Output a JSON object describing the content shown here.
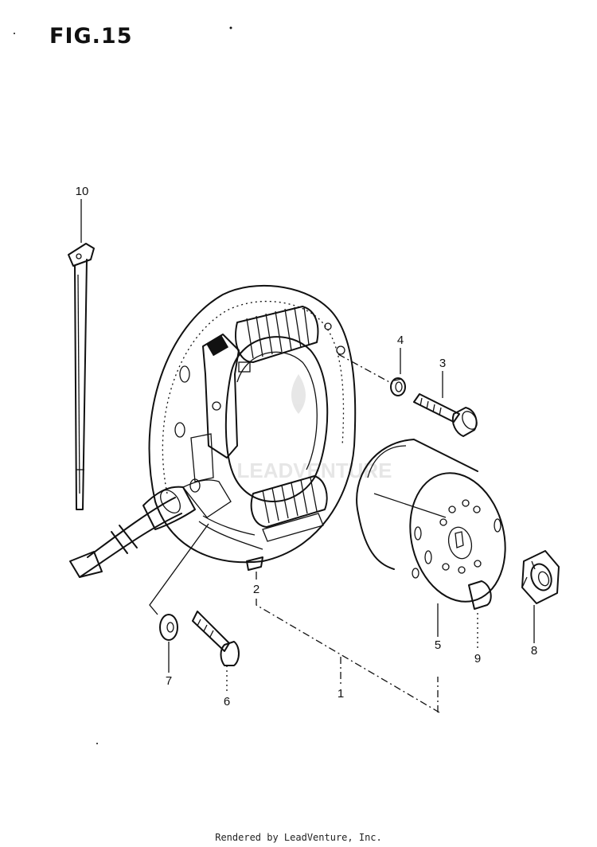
{
  "figure": {
    "title": "FIG.15"
  },
  "callouts": [
    {
      "id": "1",
      "text": "1"
    },
    {
      "id": "2",
      "text": "2"
    },
    {
      "id": "3",
      "text": "3"
    },
    {
      "id": "4",
      "text": "4"
    },
    {
      "id": "5",
      "text": "5"
    },
    {
      "id": "6",
      "text": "6"
    },
    {
      "id": "7",
      "text": "7"
    },
    {
      "id": "8",
      "text": "8"
    },
    {
      "id": "9",
      "text": "9"
    },
    {
      "id": "10",
      "text": "10"
    }
  ],
  "watermark": {
    "text": "LEADVENTURE"
  },
  "footer": {
    "credit": "Rendered by LeadVenture, Inc."
  }
}
